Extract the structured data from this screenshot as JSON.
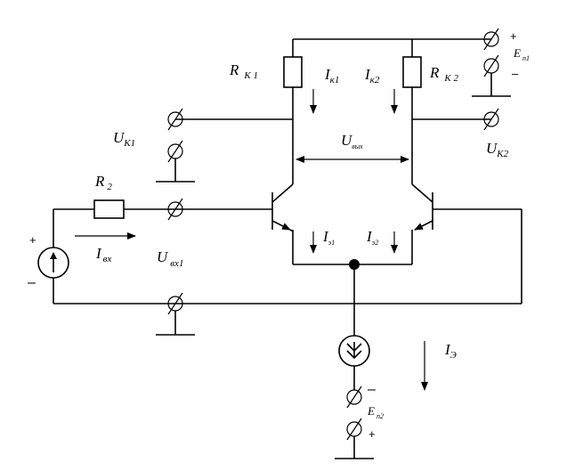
{
  "labels": {
    "rk1_main": "R",
    "rk1_sub": "К 1",
    "rk2_main": "R",
    "rk2_sub": "К 2",
    "ik1_main": "I",
    "ik1_sub": "к1",
    "ik2_main": "I",
    "ik2_sub": "к2",
    "uk1_main": "U",
    "uk1_sub": "К1",
    "uk2_main": "U",
    "uk2_sub": "К2",
    "uvyh_main": "U",
    "uvyh_sub": "вых",
    "r2_main": "R",
    "r2_sub": "2",
    "ivh_main": "I",
    "ivh_sub": "вх",
    "uvh1_main": "U",
    "uvh1_sub": "вх1",
    "ie1_main": "I",
    "ie1_sub": "э1",
    "ie2_main": "I",
    "ie2_sub": "э2",
    "ie_main": "I",
    "ie_sub": "Э",
    "en1_main": "E",
    "en1_sub": "п1",
    "en2_main": "E",
    "en2_sub": "п2",
    "plus": "+",
    "minus": "–"
  }
}
